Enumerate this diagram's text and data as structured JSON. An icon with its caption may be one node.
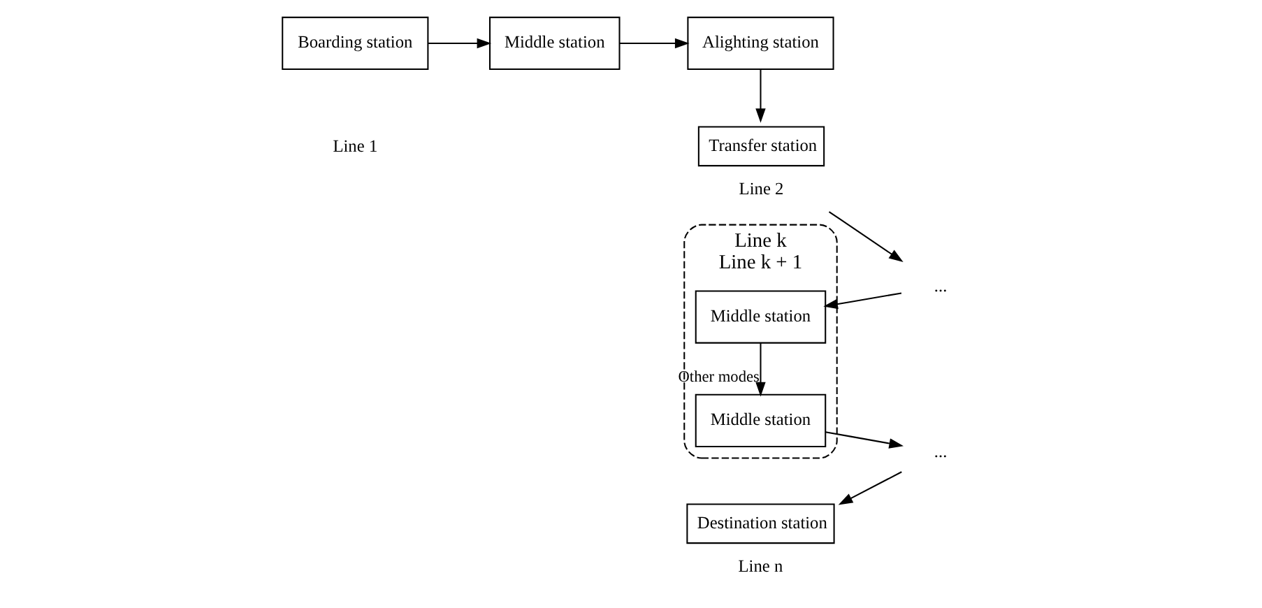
{
  "diagram": {
    "nodes": [
      {
        "text": [
          "Boarding station"
        ]
      },
      {
        "text": [
          "Middle station"
        ]
      },
      {
        "text": [
          "Alighting station"
        ]
      },
      {
        "text": [
          "Transfer station"
        ],
        "beside": [
          "Line 2"
        ]
      },
      {
        "text": [
          "..."
        ]
      },
      {
        "text": [
          "Line k",
          "Line k + 1"
        ]
      },
      {
        "text": [
          "Middle station"
        ],
        "in": 5
      },
      {
        "text": [
          "Middle station"
        ],
        "in": 5
      },
      {
        "text": [
          "..."
        ]
      },
      {
        "text": [
          "Destination station"
        ],
        "beside": [
          "Line n"
        ]
      }
    ],
    "edges": [
      {
        "from": 0,
        "to": 1,
        "arrow": "to"
      },
      {
        "from": 1,
        "to": 2,
        "arrow": "to"
      },
      {
        "from": 2,
        "to": 3,
        "arrow": "to"
      },
      {
        "from": 3,
        "to": 4,
        "arrow": "to"
      },
      {
        "from": 4,
        "to": 6,
        "arrow": "to"
      },
      {
        "from": 6,
        "to": 7,
        "arrow": "to",
        "label": "Other modes"
      },
      {
        "from": 7,
        "to": 8,
        "arrow": "to"
      },
      {
        "from": 8,
        "to": 9,
        "arrow": "to"
      }
    ],
    "labels": [
      "Line 1"
    ]
  }
}
